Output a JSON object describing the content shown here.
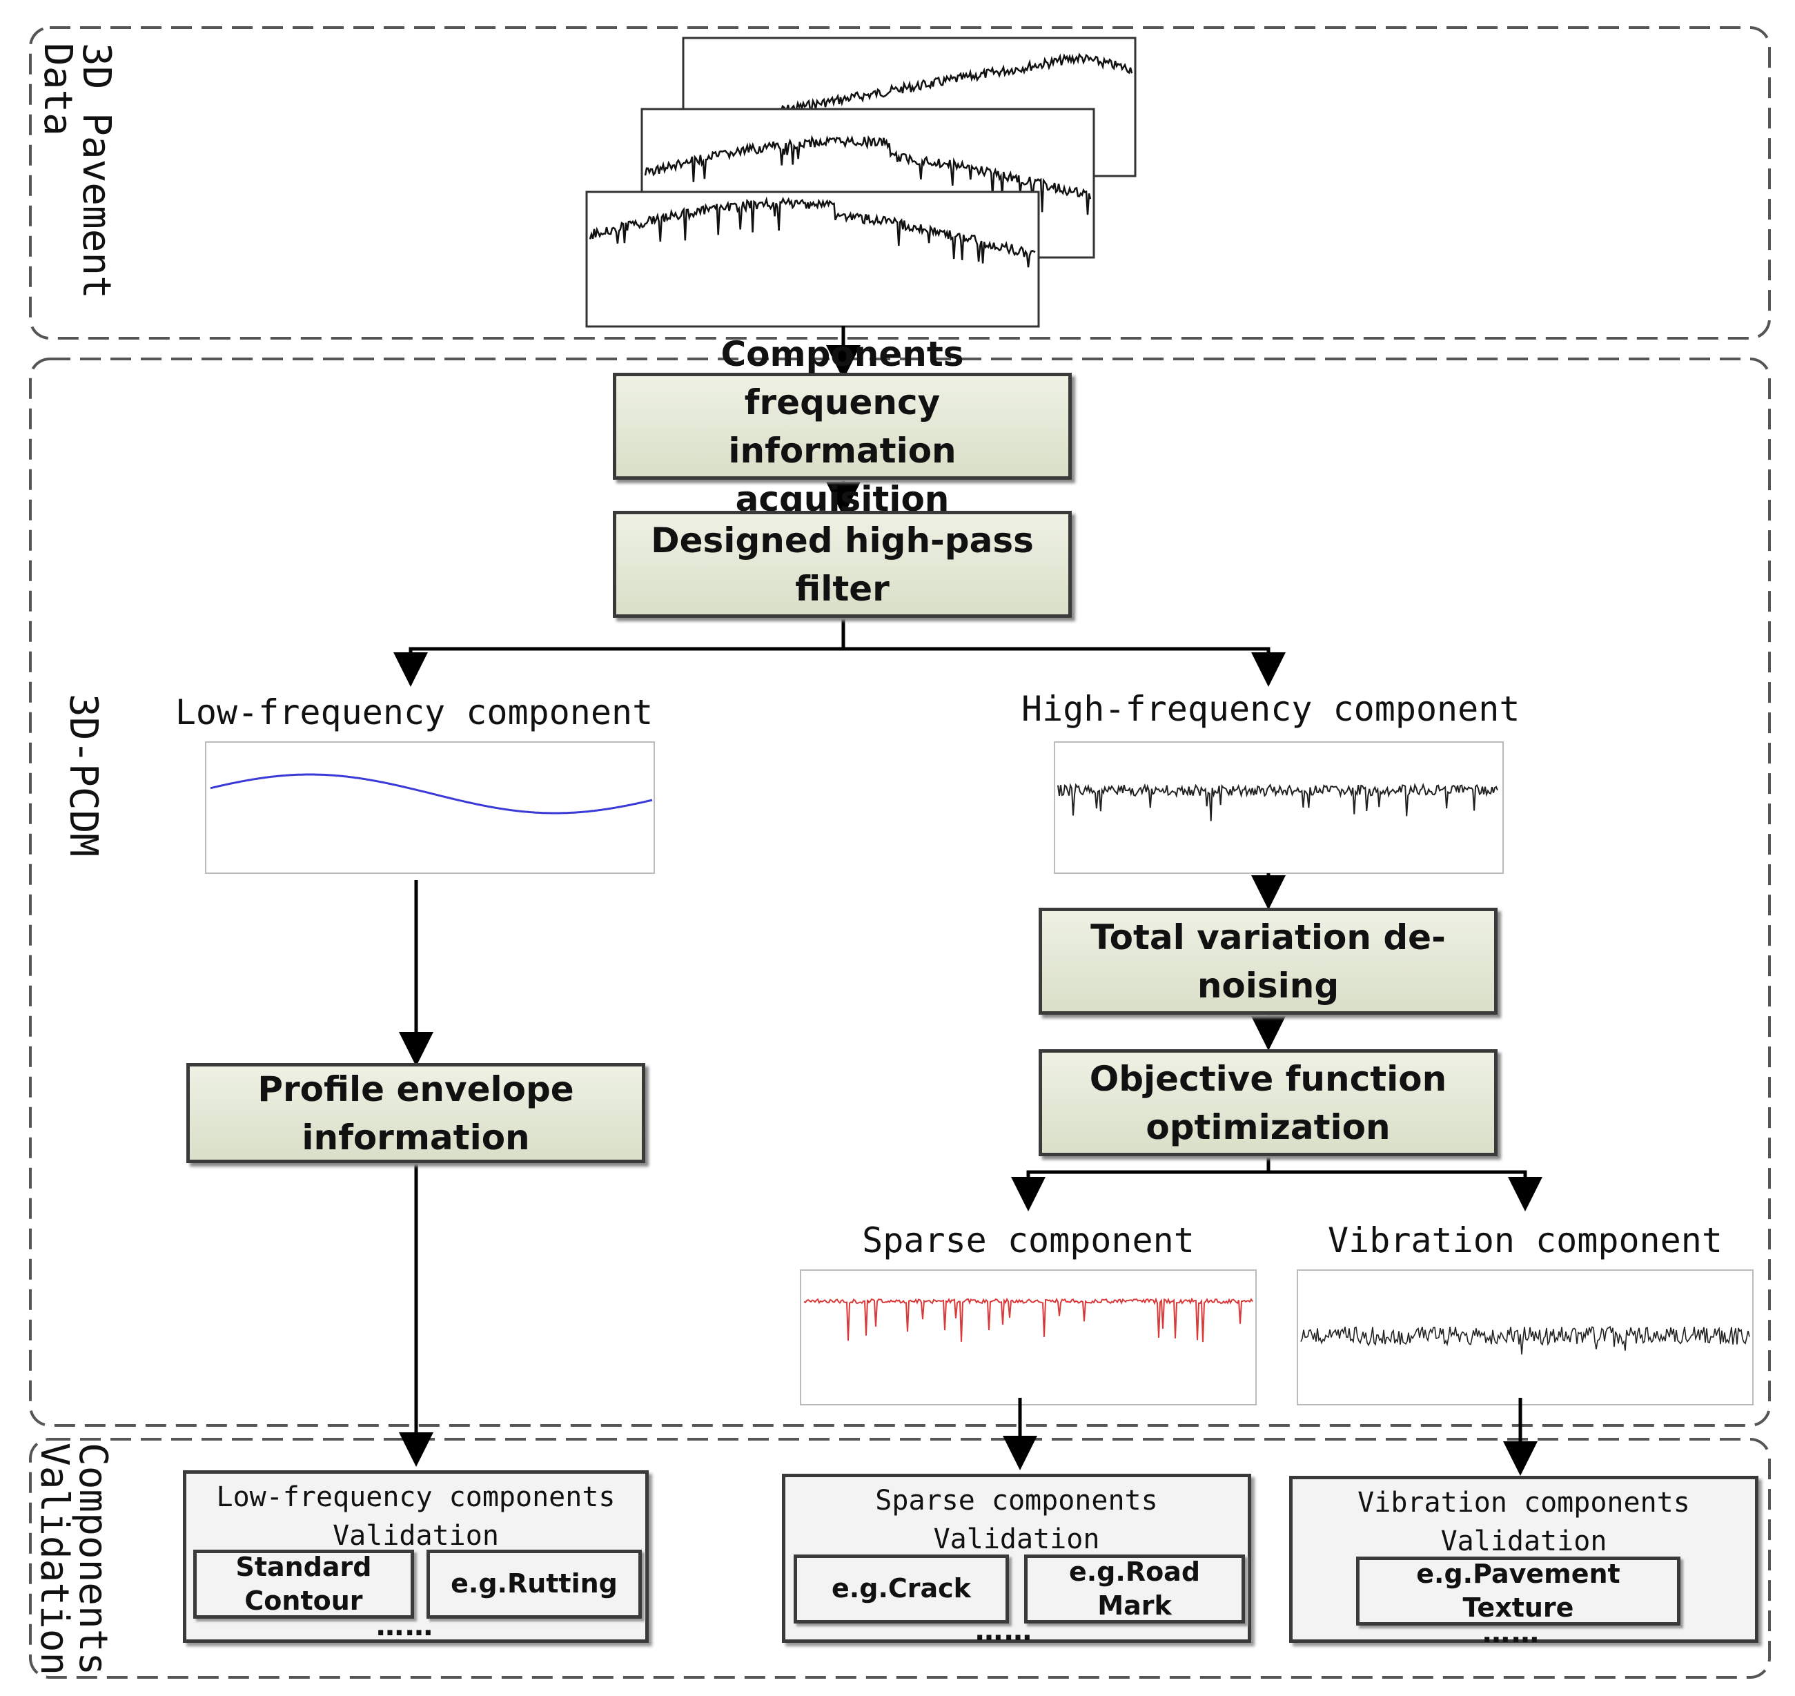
{
  "sections": {
    "data_label": "3D Pavement\nData",
    "method_label": "3D-PCDM",
    "validation_label": "Components\nValidation"
  },
  "process": {
    "acquisition": "Components frequency\ninformation acquisition",
    "highpass": "Designed high-pass filter",
    "envelope": "Profile envelope\ninformation",
    "tv_denoise": "Total variation de-noising",
    "objective": "Objective function\noptimization"
  },
  "components": {
    "low": "Low-frequency component",
    "high": "High-frequency component",
    "sparse": "Sparse component",
    "vibration": "Vibration component"
  },
  "validation": {
    "low": {
      "title": "Low-frequency components\nValidation",
      "examples": [
        "Standard\nContour",
        "e.g.Rutting"
      ],
      "more": "……"
    },
    "sparse": {
      "title": "Sparse components\nValidation",
      "examples": [
        "e.g.Crack",
        "e.g.Road Mark"
      ],
      "more": "……"
    },
    "vibration": {
      "title": "Vibration components\nValidation",
      "examples": [
        "e.g.Pavement Texture"
      ],
      "more": "……"
    }
  },
  "colors": {
    "box_fill": "#e6eadb",
    "low_curve": "#3a3ad8",
    "sparse_curve": "#d83a3a",
    "signal": "#222222"
  }
}
